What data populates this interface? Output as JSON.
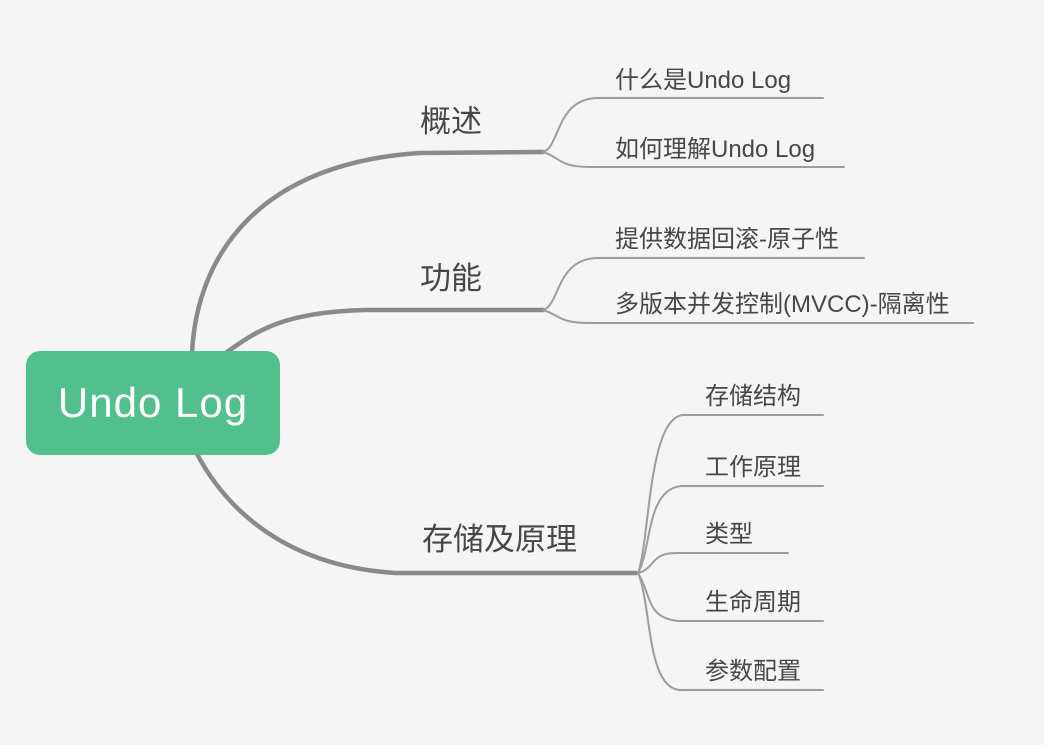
{
  "canvas": {
    "background": "#f5f5f5"
  },
  "root": {
    "label": "Undo Log",
    "color": "#52c08c",
    "text_color": "#ffffff"
  },
  "branches": [
    {
      "label": "概述",
      "children": [
        {
          "label": "什么是Undo Log"
        },
        {
          "label": "如何理解Undo Log"
        }
      ]
    },
    {
      "label": "功能",
      "children": [
        {
          "label": "提供数据回滚-原子性"
        },
        {
          "label": "多版本并发控制(MVCC)-隔离性"
        }
      ]
    },
    {
      "label": "存储及原理",
      "children": [
        {
          "label": "存储结构"
        },
        {
          "label": "工作原理"
        },
        {
          "label": "类型"
        },
        {
          "label": "生命周期"
        },
        {
          "label": "参数配置"
        }
      ]
    }
  ],
  "colors": {
    "branch_line": "#8a8a8a",
    "child_line": "#9d9d9d",
    "label_text": "#474747"
  }
}
